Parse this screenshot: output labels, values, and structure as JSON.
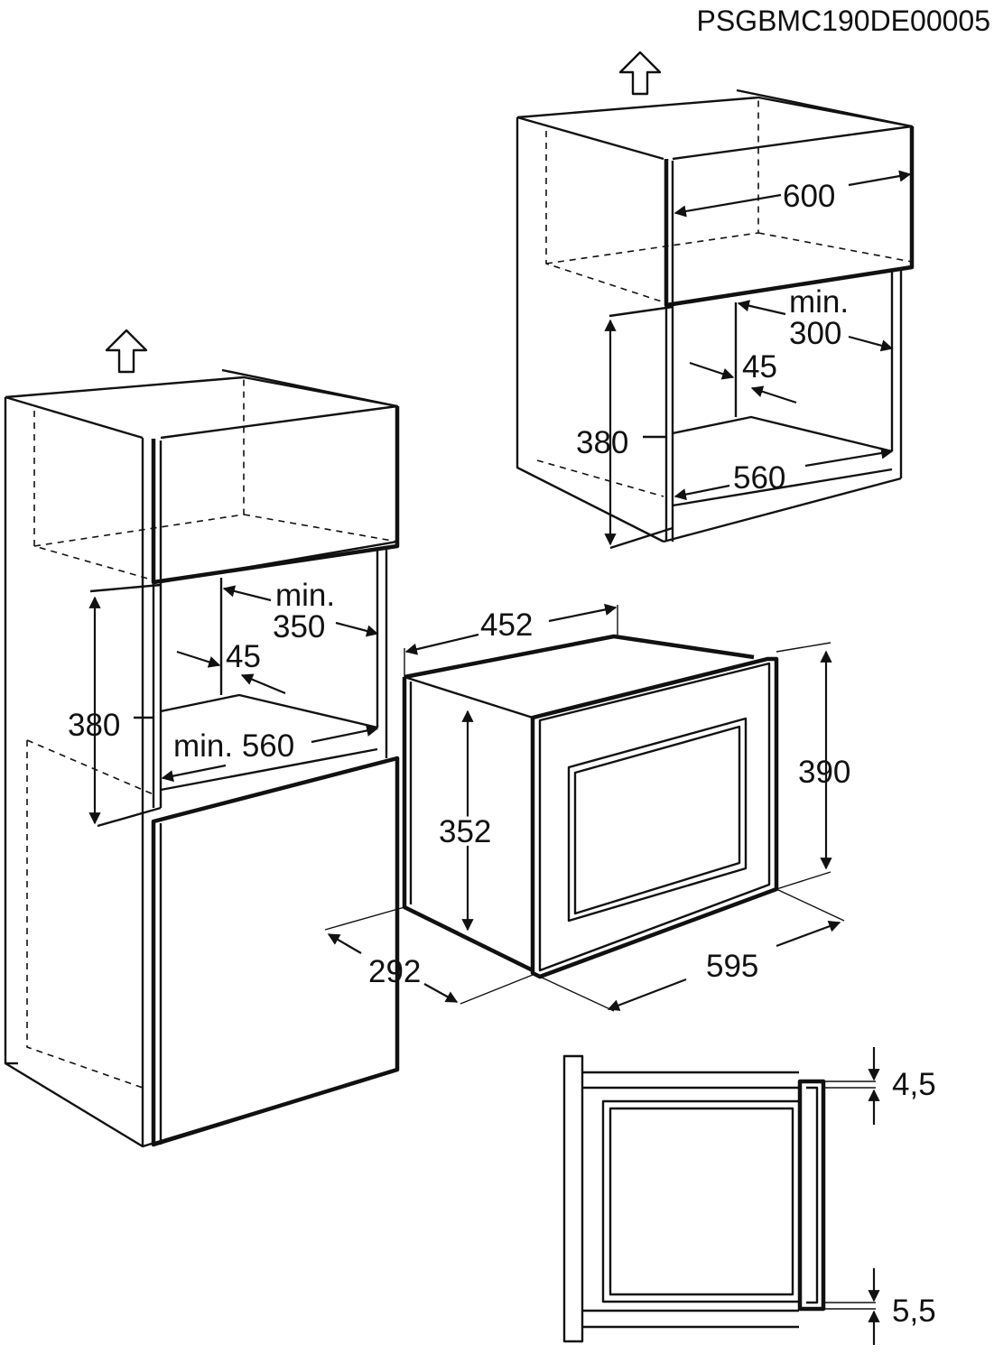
{
  "document_code": "PSGBMC190DE00005",
  "cabinet_tall": {
    "opening_min_depth": "min.",
    "opening_depth": "350",
    "vent_gap": "45",
    "opening_height": "380",
    "opening_width": "min. 560"
  },
  "cabinet_wall": {
    "cabinet_width": "600",
    "opening_min_depth": "min.",
    "opening_depth": "300",
    "vent_gap": "45",
    "opening_height": "380",
    "opening_width": "560"
  },
  "appliance": {
    "body_width": "452",
    "body_height": "352",
    "front_height": "390",
    "depth": "292",
    "front_width": "595"
  },
  "side_section": {
    "top_gap": "4,5",
    "bottom_gap": "5,5"
  },
  "icons": [
    "up-arrow-icon",
    "up-arrow-icon"
  ]
}
